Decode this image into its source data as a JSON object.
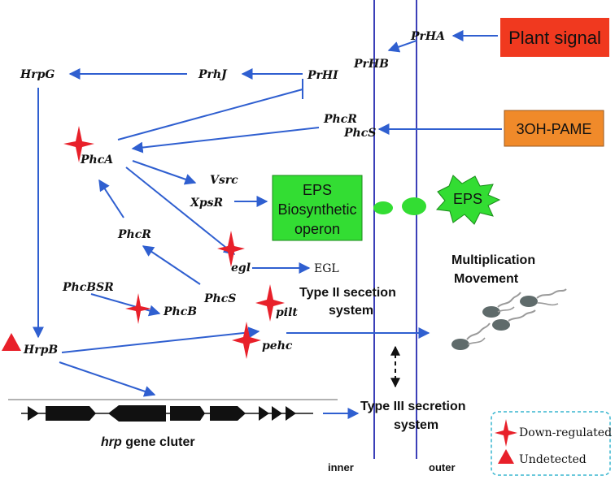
{
  "genes": {
    "prha": "PrHA",
    "prhb": "PrHB",
    "prhi": "PrHI",
    "prhj": "PrhJ",
    "hrpg": "HrpG",
    "phcr_top": "PhcR",
    "phcs_top": "PhcS",
    "phca": "PhcA",
    "vsrc": "Vsrc",
    "xpsr": "XpsR",
    "phcr_mid": "PhcR",
    "egl": "egl",
    "phcbsr": "PhcBSR",
    "phcs_low": "PhcS",
    "phcb": "PhcB",
    "pilt": "pilt",
    "hrpb": "HrpB",
    "pehc": "pehc"
  },
  "boxes": {
    "plant_signal": "Plant signal",
    "oh_pame": "3OH-PAME",
    "eps_operon": [
      "EPS",
      "Biosynthetic",
      "operon"
    ],
    "eps_burst": "EPS"
  },
  "labels": {
    "egl_product": "EGL",
    "multiplication": "Multiplication",
    "movement": "Movement",
    "type2_line1": "Type II secetion",
    "type2_line2": "system",
    "type3_line1": "Type III secretion",
    "type3_line2": "system",
    "hrp_prefix": "hrp",
    "hrp_suffix": " gene cluter",
    "inner": "inner",
    "outer": "outer"
  },
  "legend": {
    "down": "Down-regulated",
    "undetected": "Undetected"
  },
  "colors": {
    "arrow": "#2f5fd0",
    "membrane": "#3b3fb8",
    "plant_signal": "#f0391f",
    "oh_pame": "#f08a2a",
    "eps": "#33dd33",
    "star": "#e8202a",
    "bacterium": "#5f6b6b"
  }
}
